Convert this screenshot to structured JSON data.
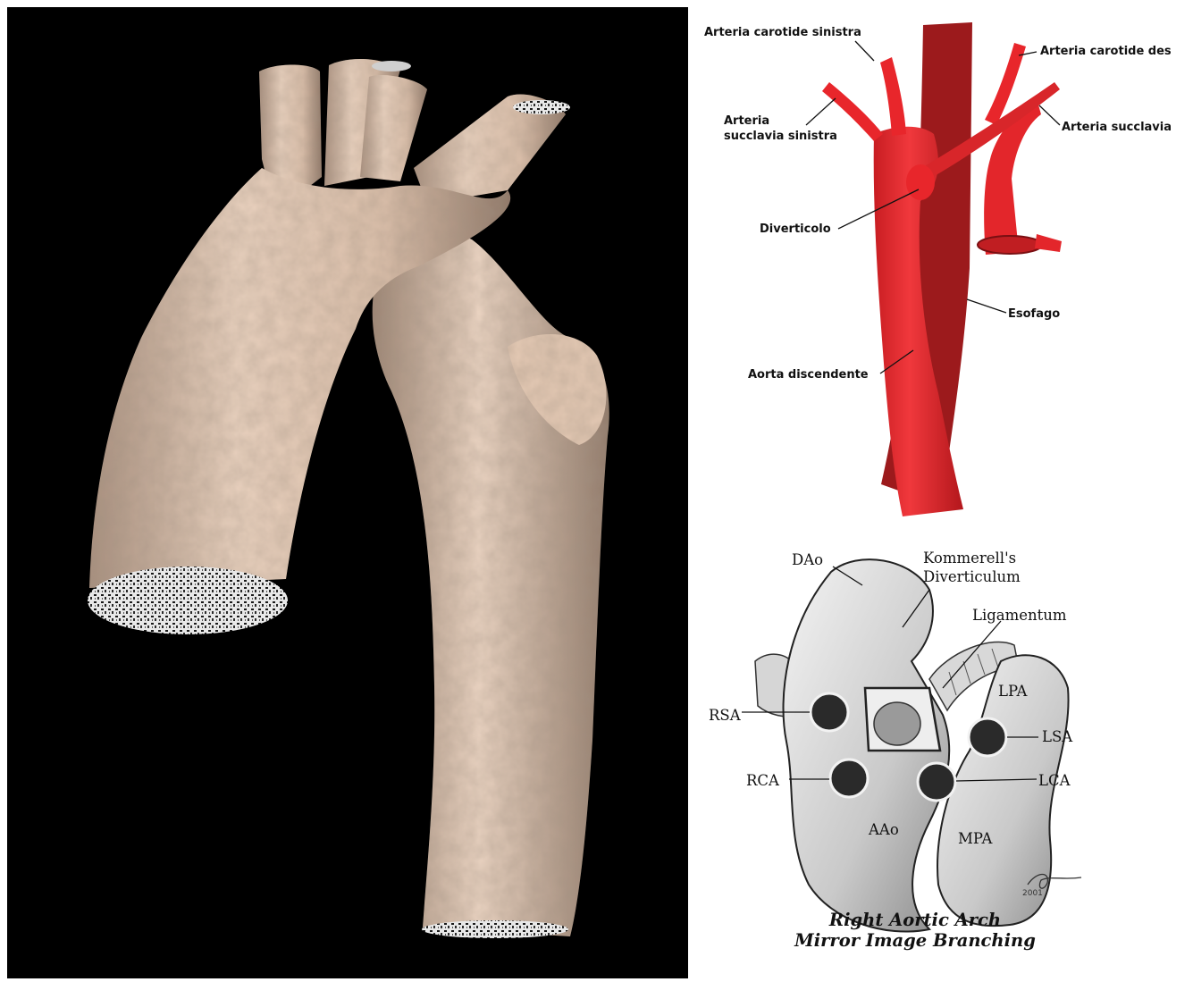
{
  "top_diagram": {
    "labels": {
      "left_carotid": "Arteria carotide sinistra",
      "right_carotid": "Arteria carotide des",
      "left_subclavian_line1": "Arteria",
      "left_subclavian_line2": "succlavia sinistra",
      "right_subclavian": "Arteria succlavia",
      "diverticulum": "Diverticolo",
      "esophagus": "Esofago",
      "descending_aorta": "Aorta discendente"
    }
  },
  "bottom_diagram": {
    "labels": {
      "dao": "DAo",
      "kommerell_line1": "Kommerell's",
      "kommerell_line2": "Diverticulum",
      "ligamentum": "Ligamentum",
      "lpa": "LPA",
      "rsa": "RSA",
      "lsa": "LSA",
      "rca": "RCA",
      "lca": "LCA",
      "aao": "AAo",
      "mpa": "MPA",
      "signature_year": "2001"
    },
    "caption_line1": "Right Aortic Arch",
    "caption_line2": "Mirror Image Branching"
  },
  "colors": {
    "aorta_red": "#e8262b",
    "esophagus_dark_red": "#9c1a1c",
    "render_skin": "#e7cdb8",
    "background_black": "#000000"
  }
}
